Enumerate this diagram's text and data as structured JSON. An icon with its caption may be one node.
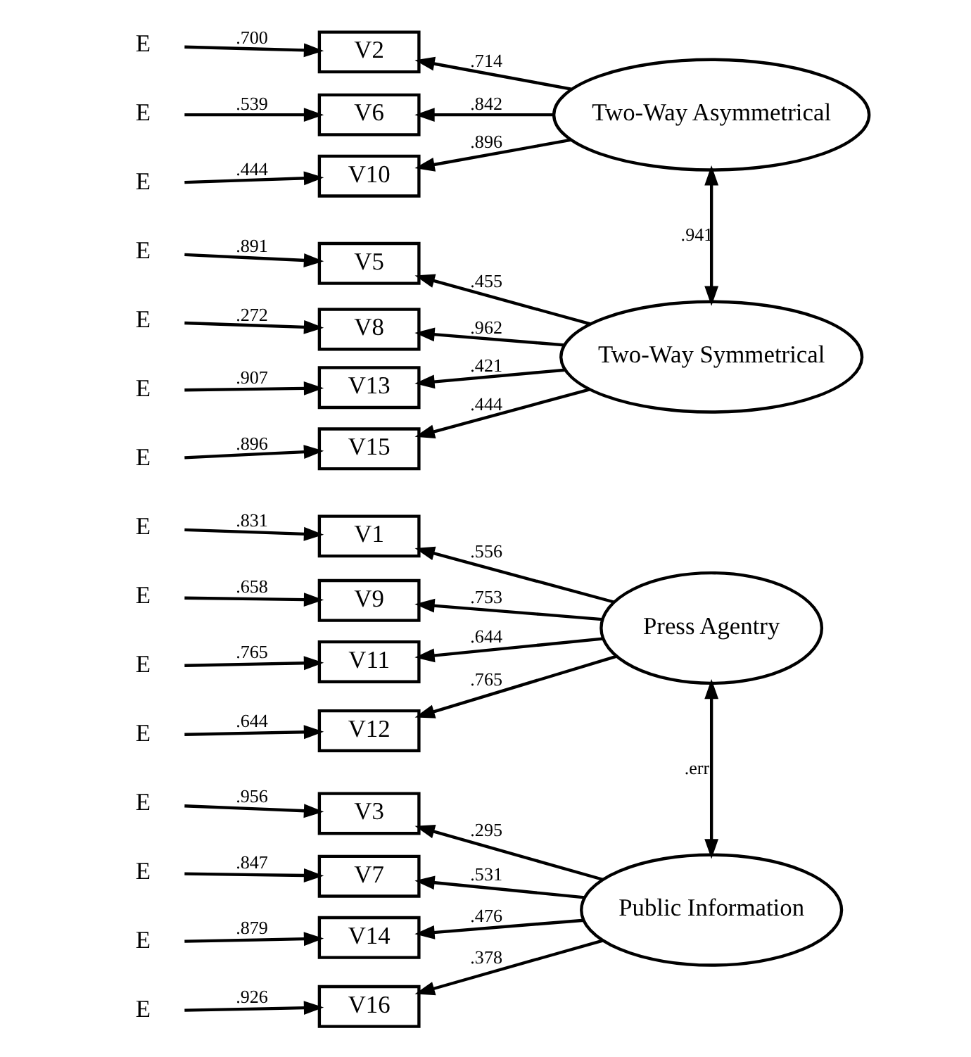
{
  "diagram": {
    "nodes": [
      {
        "text": [
          "E"
        ]
      },
      {
        "text": [
          "V1"
        ]
      },
      {
        "text": [
          "E"
        ]
      },
      {
        "text": [
          "V9"
        ]
      },
      {
        "text": [
          "E"
        ]
      },
      {
        "text": [
          "V11"
        ]
      },
      {
        "text": [
          "E"
        ]
      },
      {
        "text": [
          "V12"
        ]
      },
      {
        "text": [
          "E"
        ]
      },
      {
        "text": [
          "V3"
        ]
      },
      {
        "text": [
          "E"
        ]
      },
      {
        "text": [
          "V7"
        ]
      },
      {
        "text": [
          "E"
        ]
      },
      {
        "text": [
          "V14"
        ]
      },
      {
        "text": [
          "E"
        ]
      },
      {
        "text": [
          "V16"
        ]
      },
      {
        "text": [
          "E"
        ]
      },
      {
        "text": [
          "V2"
        ]
      },
      {
        "text": [
          "E"
        ]
      },
      {
        "text": [
          "V6"
        ]
      },
      {
        "text": [
          "E"
        ]
      },
      {
        "text": [
          "V10"
        ]
      },
      {
        "text": [
          "E"
        ]
      },
      {
        "text": [
          "V5"
        ]
      },
      {
        "text": [
          "E"
        ]
      },
      {
        "text": [
          "V8"
        ]
      },
      {
        "text": [
          "E"
        ]
      },
      {
        "text": [
          "V13"
        ]
      },
      {
        "text": [
          "E"
        ]
      },
      {
        "text": [
          "V15"
        ]
      },
      {
        "text": [
          "Press Agentry"
        ]
      },
      {
        "text": [
          "Public Information"
        ]
      },
      {
        "text": [
          "Two-Way Asymmetrical"
        ]
      },
      {
        "text": [
          "Two-Way Symmetrical"
        ]
      }
    ],
    "edges": [
      {
        "from": 0,
        "to": 1,
        "arrow": "to",
        "label": ".831"
      },
      {
        "from": 2,
        "to": 3,
        "arrow": "to",
        "label": ".658"
      },
      {
        "from": 4,
        "to": 5,
        "arrow": "to",
        "label": ".765"
      },
      {
        "from": 6,
        "to": 7,
        "arrow": "to",
        "label": ".644"
      },
      {
        "from": 8,
        "to": 9,
        "arrow": "to",
        "label": ".956"
      },
      {
        "from": 10,
        "to": 11,
        "arrow": "to",
        "label": ".847"
      },
      {
        "from": 12,
        "to": 13,
        "arrow": "to",
        "label": ".879"
      },
      {
        "from": 14,
        "to": 15,
        "arrow": "to",
        "label": ".926"
      },
      {
        "from": 16,
        "to": 17,
        "arrow": "to",
        "label": ".700"
      },
      {
        "from": 18,
        "to": 19,
        "arrow": "to",
        "label": ".539"
      },
      {
        "from": 20,
        "to": 21,
        "arrow": "to",
        "label": ".444"
      },
      {
        "from": 22,
        "to": 23,
        "arrow": "to",
        "label": ".891"
      },
      {
        "from": 24,
        "to": 25,
        "arrow": "to",
        "label": ".272"
      },
      {
        "from": 26,
        "to": 27,
        "arrow": "to",
        "label": ".907"
      },
      {
        "from": 28,
        "to": 29,
        "arrow": "to",
        "label": ".896"
      },
      {
        "from": 30,
        "to": 1,
        "arrow": "to",
        "label": ".556"
      },
      {
        "from": 30,
        "to": 3,
        "arrow": "to",
        "label": ".753"
      },
      {
        "from": 30,
        "to": 5,
        "arrow": "to",
        "label": ".644"
      },
      {
        "from": 30,
        "to": 7,
        "arrow": "to",
        "label": ".765"
      },
      {
        "from": 31,
        "to": 9,
        "arrow": "to",
        "label": ".295"
      },
      {
        "from": 31,
        "to": 11,
        "arrow": "to",
        "label": ".531"
      },
      {
        "from": 31,
        "to": 13,
        "arrow": "to",
        "label": ".476"
      },
      {
        "from": 31,
        "to": 15,
        "arrow": "to",
        "label": ".378"
      },
      {
        "from": 32,
        "to": 17,
        "arrow": "to",
        "label": ".714"
      },
      {
        "from": 32,
        "to": 19,
        "arrow": "to",
        "label": ".842"
      },
      {
        "from": 32,
        "to": 21,
        "arrow": "to",
        "label": ".896"
      },
      {
        "from": 33,
        "to": 23,
        "arrow": "to",
        "label": ".455"
      },
      {
        "from": 33,
        "to": 25,
        "arrow": "to",
        "label": ".962"
      },
      {
        "from": 33,
        "to": 27,
        "arrow": "to",
        "label": ".421"
      },
      {
        "from": 33,
        "to": 29,
        "arrow": "to",
        "label": ".444"
      },
      {
        "from": 30,
        "to": 31,
        "arrow": "both",
        "label": ".err"
      },
      {
        "from": 32,
        "to": 33,
        "arrow": "both",
        "label": ".941"
      }
    ]
  }
}
